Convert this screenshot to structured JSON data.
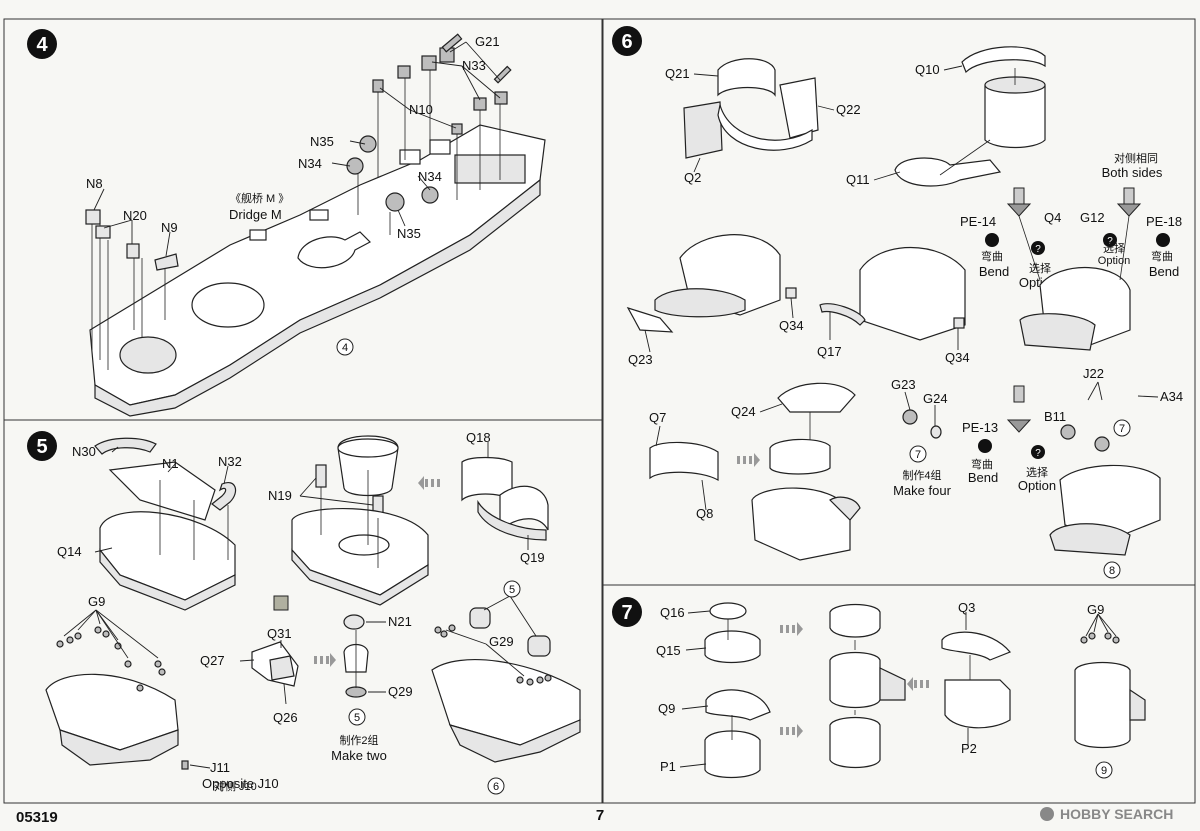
{
  "steps": {
    "s4": {
      "number": "4",
      "labels": {
        "G21": "G21",
        "N33": "N33",
        "N10": "N10",
        "N35a": "N35",
        "N34a": "N34",
        "N34b": "N34",
        "N35b": "N35",
        "N8": "N8",
        "N20": "N20",
        "N9": "N9",
        "bridge_cn": "《舰桥 M 》",
        "bridge_en": "Dridge M"
      },
      "subassembly_ref": "4"
    },
    "s5": {
      "number": "5",
      "labels": {
        "N30": "N30",
        "N1": "N1",
        "N32": "N32",
        "Q14": "Q14",
        "N19": "N19",
        "Q18": "Q18",
        "Q19": "Q19",
        "G9": "G9",
        "Q31": "Q31",
        "Q27": "Q27",
        "Q26": "Q26",
        "N21": "N21",
        "Q29": "Q29",
        "G29": "G29",
        "J11": "J11"
      },
      "sub_refs": {
        "a": "5",
        "b": "5",
        "c": "6"
      },
      "make_two_cn": "制作2组",
      "make_two_en": "Make two",
      "opposite_cn": "对侧 J10",
      "opposite_en": "Opposite J10"
    },
    "s6": {
      "number": "6",
      "labels": {
        "Q21": "Q21",
        "Q22": "Q22",
        "Q2": "Q2",
        "Q10": "Q10",
        "Q11": "Q11",
        "PE14": "PE-14",
        "Q4": "Q4",
        "G12": "G12",
        "PE18": "PE-18",
        "Q34a": "Q34",
        "Q23": "Q23",
        "Q17": "Q17",
        "Q34b": "Q34",
        "Q7": "Q7",
        "Q8": "Q8",
        "Q24": "Q24",
        "G23": "G23",
        "G24": "G24",
        "PE13": "PE-13",
        "J22": "J22",
        "A34": "A34",
        "B11": "B11"
      },
      "both_sides_cn": "对侧相同",
      "both_sides_en": "Both sides",
      "bend_cn": "弯曲",
      "bend_en": "Bend",
      "option_cn": "选择",
      "option_en": "Option",
      "make_four_cn": "制作4组",
      "make_four_en": "Make four",
      "sub_refs": {
        "a": "7",
        "b": "7",
        "c": "8"
      }
    },
    "s7": {
      "number": "7",
      "labels": {
        "Q16": "Q16",
        "Q15": "Q15",
        "Q9": "Q9",
        "P1": "P1",
        "Q3": "Q3",
        "P2": "P2",
        "G9": "G9"
      },
      "sub_ref": "9"
    }
  },
  "footer": {
    "code": "05319",
    "page": "7",
    "watermark": "HOBBY SEARCH"
  }
}
